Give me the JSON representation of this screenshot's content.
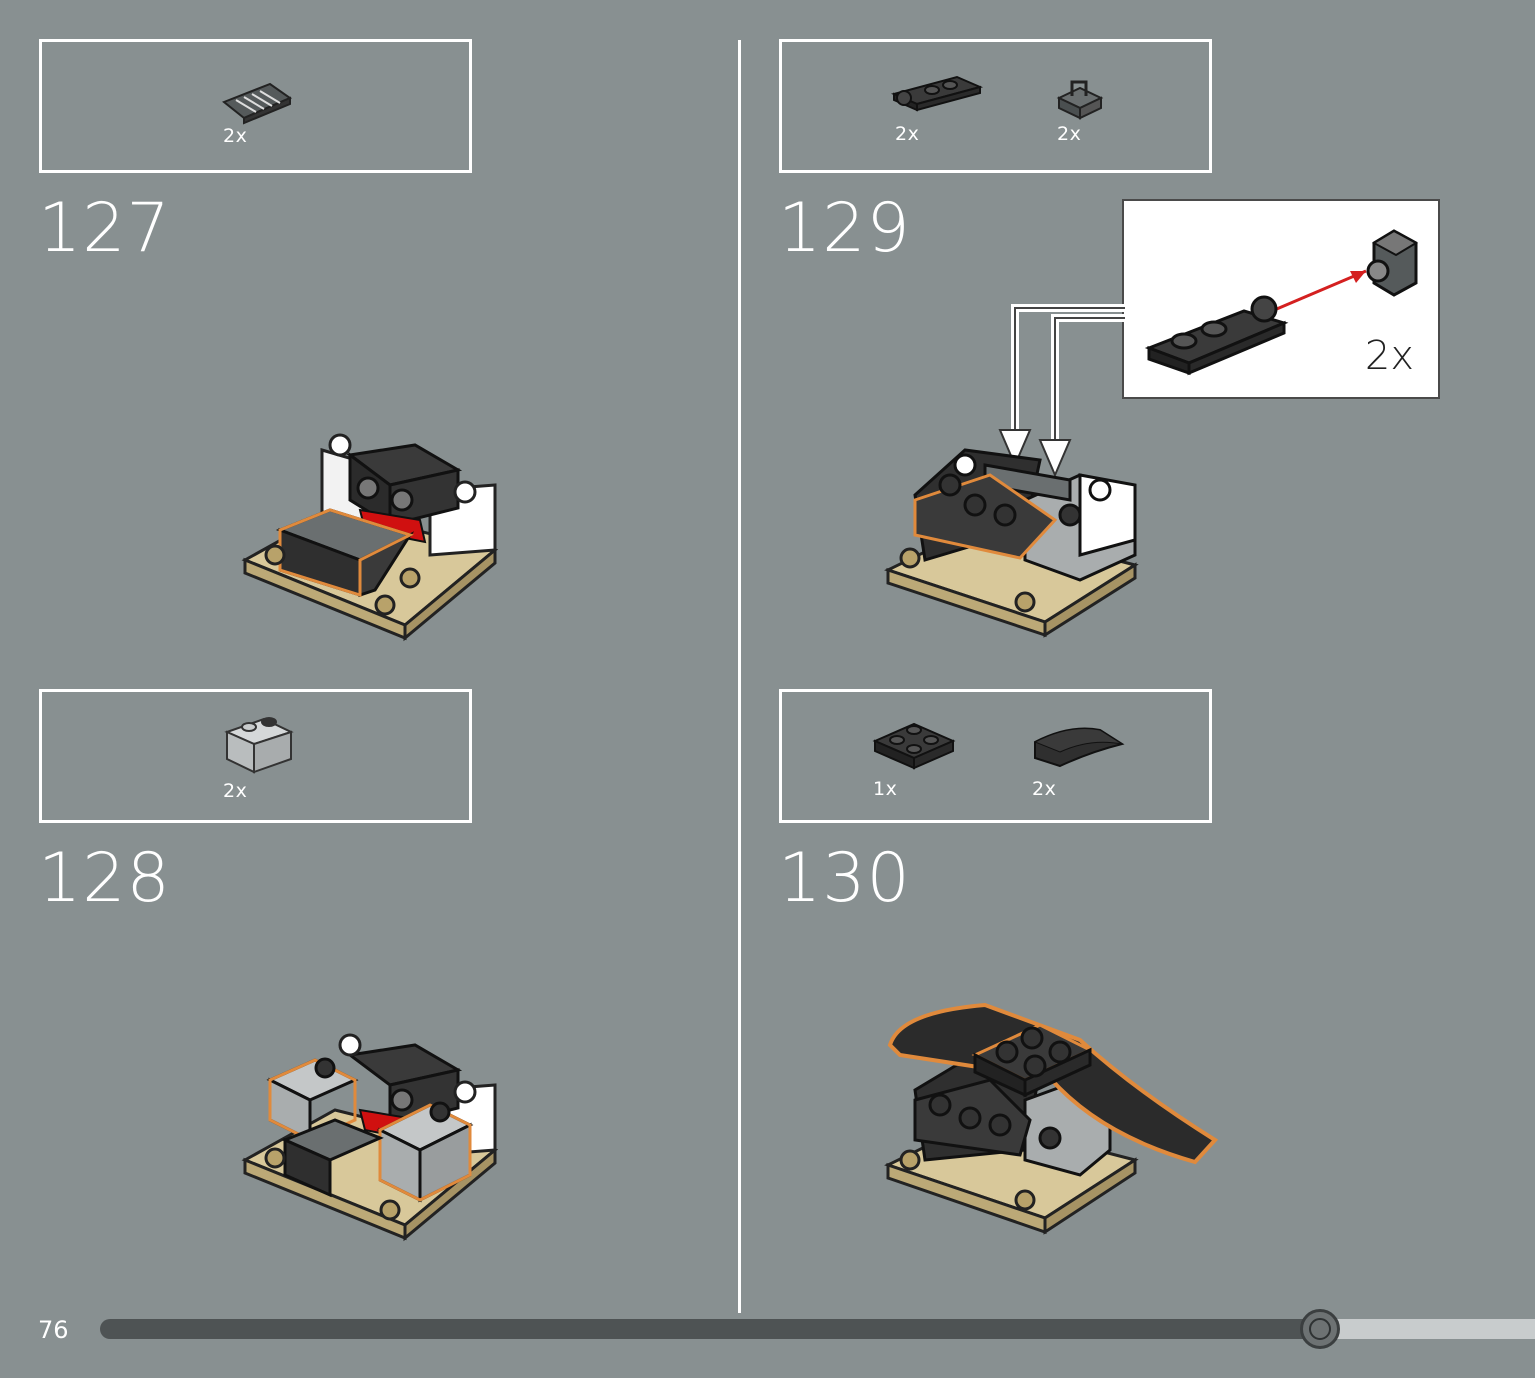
{
  "steps": [
    {
      "number": "127",
      "parts": [
        {
          "icon": "slope-grille-dark-gray-icon",
          "qty": "2x"
        }
      ]
    },
    {
      "number": "128",
      "parts": [
        {
          "icon": "brick-1x2-light-gray-icon",
          "qty": "2x"
        }
      ]
    },
    {
      "number": "129",
      "parts": [
        {
          "icon": "hinge-plate-black-icon",
          "qty": "2x"
        },
        {
          "icon": "clip-plate-dark-gray-icon",
          "qty": "2x"
        }
      ],
      "callout": {
        "qty": "2x"
      }
    },
    {
      "number": "130",
      "parts": [
        {
          "icon": "plate-2x2-black-icon",
          "qty": "1x"
        },
        {
          "icon": "curved-slope-black-icon",
          "qty": "2x"
        }
      ]
    }
  ],
  "footer": {
    "page_number": "76",
    "progress": 0.85
  },
  "colors": {
    "background": "#889091",
    "highlight": "#e08a3c",
    "arrow_red": "#d42020",
    "base_tan": "#d8c89a"
  }
}
